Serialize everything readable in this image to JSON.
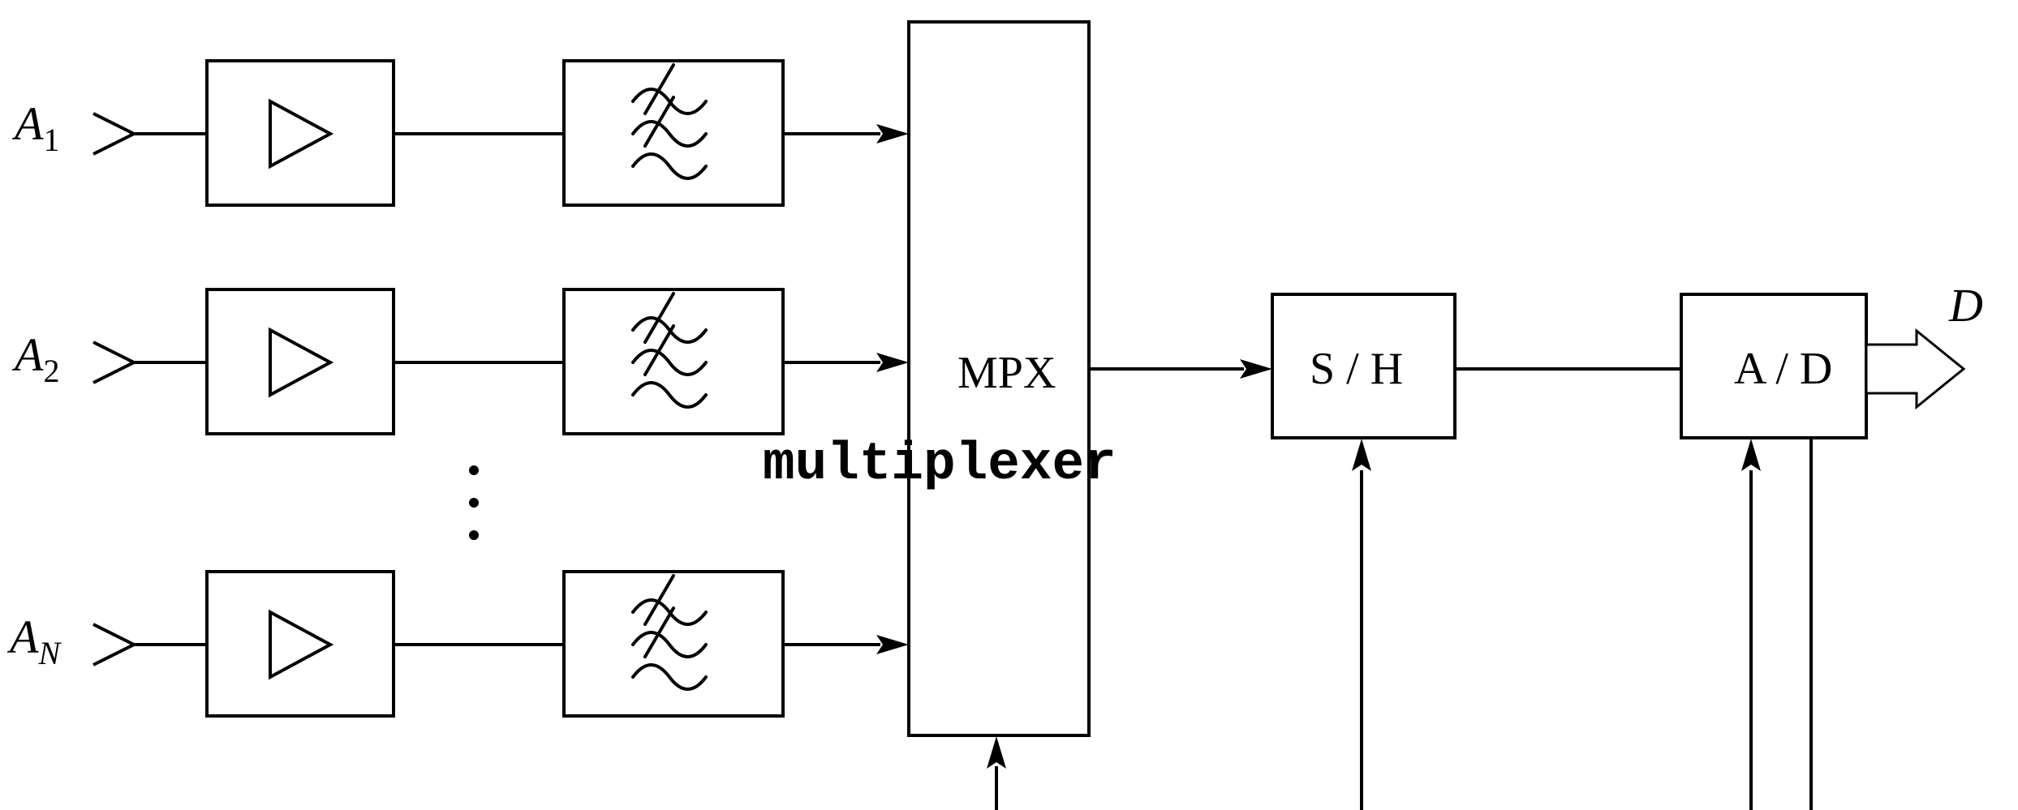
{
  "channels": [
    {
      "letter": "A",
      "sub": "1"
    },
    {
      "letter": "A",
      "sub": "2"
    },
    {
      "letter": "A",
      "sub": "N"
    }
  ],
  "blocks": {
    "mpx_label": "MPX",
    "multiplexer_caption": "multiplexer",
    "sample_hold_label": "S / H",
    "adc_label": "A / D",
    "output_label": "D"
  }
}
